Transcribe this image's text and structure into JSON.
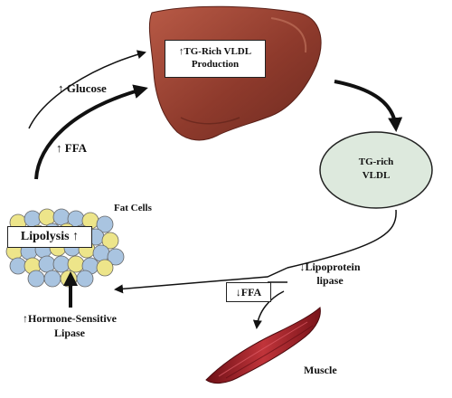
{
  "nodes": {
    "liver_box": {
      "line1": "↑TG-Rich VLDL",
      "line2": "Production"
    },
    "vldl": {
      "line1": "TG-rich",
      "line2": "VLDL"
    },
    "lipolysis": "Lipolysis ↑",
    "fat_cells": "Fat Cells",
    "lipoprotein_lipase": {
      "line1": "↓Lipoprotein",
      "line2": "lipase"
    },
    "ffa_box": "↓FFA",
    "muscle": "Muscle",
    "hsl": {
      "line1": "↑Hormone-Sensitive",
      "line2": "Lipase"
    }
  },
  "edges": {
    "glucose": "↑ Glucose",
    "ffa": "↑ FFA"
  },
  "colors": {
    "liver": "#8e3a2c",
    "liver_highlight": "#b85a46",
    "vldl_fill": "#dde9dd",
    "fat_blue": "#a9c4e0",
    "fat_yellow": "#ede58a",
    "muscle": "#a8232a"
  }
}
